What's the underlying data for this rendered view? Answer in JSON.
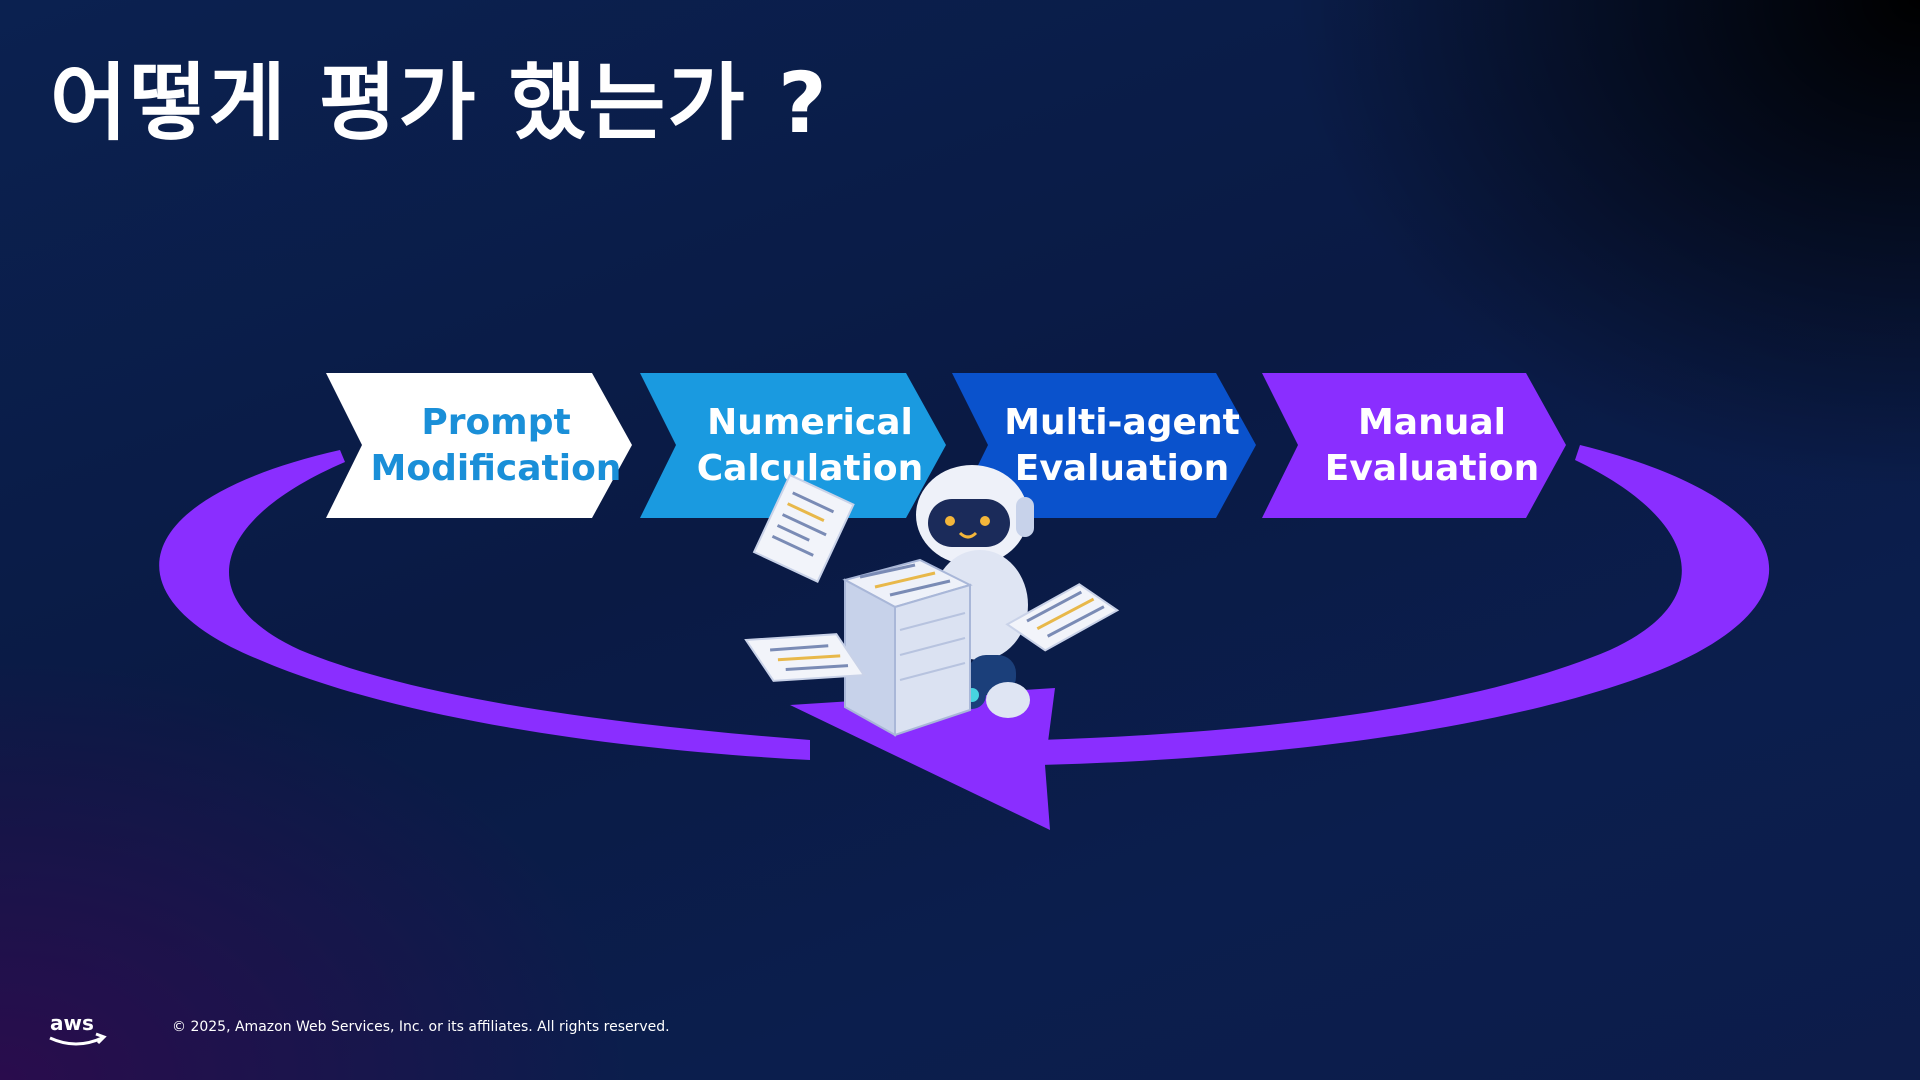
{
  "slide": {
    "title": "어떻게 평가 했는가 ?"
  },
  "steps": [
    {
      "line1": "Prompt",
      "line2": "Modification",
      "fill": "#ffffff",
      "text_color": "#1a8fd8"
    },
    {
      "line1": "Numerical",
      "line2": "Calculation",
      "fill": "#1a9ae0",
      "text_color": "#ffffff"
    },
    {
      "line1": "Multi-agent",
      "line2": "Evaluation",
      "fill": "#0a52cc",
      "text_color": "#ffffff"
    },
    {
      "line1": "Manual",
      "line2": "Evaluation",
      "fill": "#8a2eff",
      "text_color": "#ffffff"
    }
  ],
  "footer": {
    "logo_text": "aws",
    "copyright": "© 2025, Amazon Web Services, Inc. or its affiliates. All rights reserved."
  },
  "colors": {
    "loop_arrow": "#8a2eff",
    "background": "#0a1a44"
  },
  "icons": [
    "robot-illustration",
    "document-stack",
    "aws-smile-logo"
  ]
}
